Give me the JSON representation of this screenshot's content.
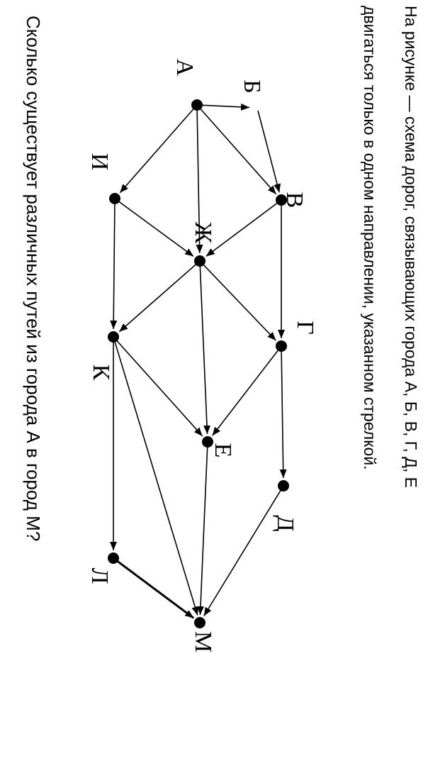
{
  "problem": {
    "line1": "На рисунке — схема дорог, связывающих города А, Б, В, Г, Д, Е",
    "line2": "двигаться только в одном направлении, указанном стрелкой.",
    "question": "Сколько существует различных путей из города А в город М?"
  },
  "graph": {
    "nodes": [
      {
        "id": "A",
        "label": "А"
      },
      {
        "id": "B",
        "label": "Б"
      },
      {
        "id": "V",
        "label": "В"
      },
      {
        "id": "I",
        "label": "И"
      },
      {
        "id": "Zh",
        "label": "Ж"
      },
      {
        "id": "G",
        "label": "Г"
      },
      {
        "id": "K",
        "label": "К"
      },
      {
        "id": "E",
        "label": "Е"
      },
      {
        "id": "D",
        "label": "Д"
      },
      {
        "id": "L",
        "label": "Л"
      },
      {
        "id": "M",
        "label": "М"
      }
    ],
    "edges": [
      [
        "A",
        "B"
      ],
      [
        "A",
        "V"
      ],
      [
        "A",
        "I"
      ],
      [
        "A",
        "Zh"
      ],
      [
        "B",
        "V"
      ],
      [
        "V",
        "Zh"
      ],
      [
        "V",
        "G"
      ],
      [
        "I",
        "Zh"
      ],
      [
        "I",
        "K"
      ],
      [
        "Zh",
        "K"
      ],
      [
        "Zh",
        "G"
      ],
      [
        "Zh",
        "E"
      ],
      [
        "K",
        "E"
      ],
      [
        "K",
        "L"
      ],
      [
        "K",
        "M"
      ],
      [
        "G",
        "E"
      ],
      [
        "G",
        "D"
      ],
      [
        "E",
        "M"
      ],
      [
        "D",
        "M"
      ],
      [
        "L",
        "M"
      ]
    ]
  }
}
